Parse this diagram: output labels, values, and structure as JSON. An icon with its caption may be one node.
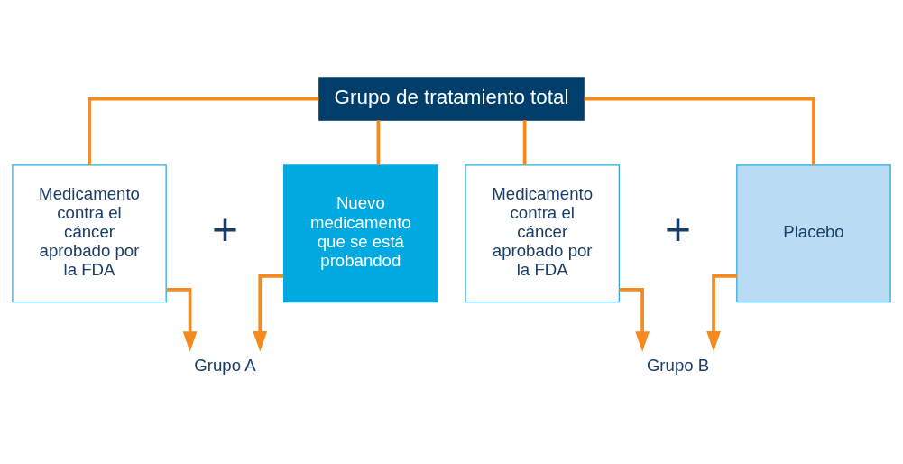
{
  "diagram": {
    "nodes": [
      {
        "text": [
          "Grupo de tratamiento total"
        ]
      },
      {
        "text": [
          "Medicamento contra el cáncer aprobado por la FDA"
        ]
      },
      {
        "text": [
          "Nuevo medicamento que se está probandod"
        ]
      },
      {
        "text": [
          "Grupo A"
        ]
      },
      {
        "text": [
          "Medicamento contra el cáncer aprobado por la FDA"
        ]
      },
      {
        "text": [
          "Placebo"
        ]
      },
      {
        "text": [
          "Grupo B"
        ]
      }
    ],
    "edges": [
      {
        "from": 0,
        "to": 1,
        "arrow": "none"
      },
      {
        "from": 0,
        "to": 2,
        "arrow": "none"
      },
      {
        "from": 0,
        "to": 4,
        "arrow": "none"
      },
      {
        "from": 0,
        "to": 5,
        "arrow": "none"
      },
      {
        "from": 1,
        "to": 3,
        "arrow": "to"
      },
      {
        "from": 2,
        "to": 3,
        "arrow": "to"
      },
      {
        "from": 4,
        "to": 6,
        "arrow": "to"
      },
      {
        "from": 5,
        "to": 6,
        "arrow": "to"
      }
    ],
    "labels": [
      "+",
      "+"
    ]
  }
}
